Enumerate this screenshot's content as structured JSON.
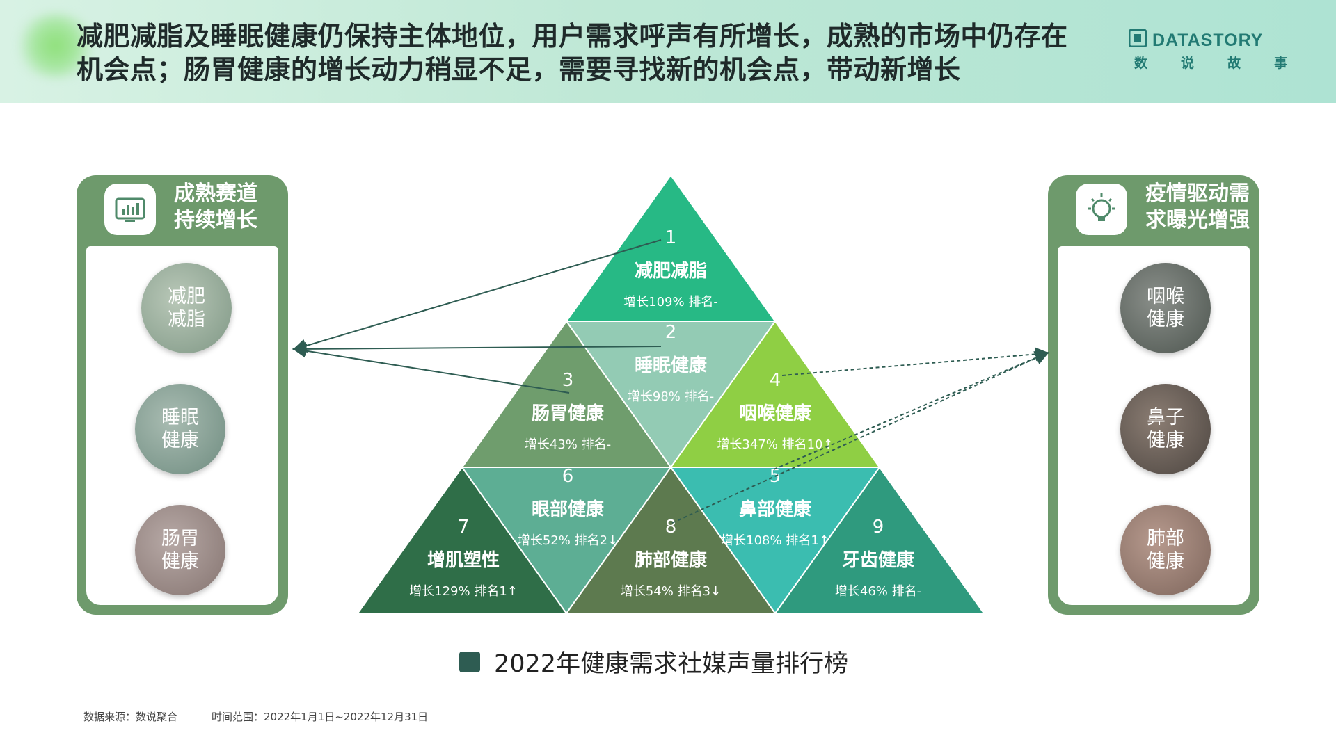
{
  "header": {
    "title": "减肥减脂及睡眠健康仍保持主体地位，用户需求呼声有所增长，成熟的市场中仍存在机会点；肠胃健康的增长动力稍显不足，需要寻找新的机会点，带动新增长",
    "logo_text": "DATASTORY",
    "logo_sub": [
      "数",
      "说",
      "故",
      "事"
    ]
  },
  "left_panel": {
    "title_line1": "成熟赛道",
    "title_line2": "持续增长",
    "icon": "chart-monitor-icon",
    "items": [
      "减肥减脂",
      "睡眠健康",
      "肠胃健康"
    ]
  },
  "right_panel": {
    "title_line1": "疫情驱动需",
    "title_line2": "求曝光增强",
    "icon": "lightbulb-icon",
    "items": [
      "咽喉健康",
      "鼻子健康",
      "肺部健康"
    ]
  },
  "pyramid": [
    {
      "rank": "1",
      "name": "减肥减脂",
      "stat": "增长109%  排名-",
      "color": "#27b985"
    },
    {
      "rank": "2",
      "name": "睡眠健康",
      "stat": "增长98%  排名-",
      "color": "#93cbb4"
    },
    {
      "rank": "3",
      "name": "肠胃健康",
      "stat": "增长43%  排名-",
      "color": "#6f9d6d"
    },
    {
      "rank": "4",
      "name": "咽喉健康",
      "stat": "增长347%  排名10↑",
      "color": "#8fcf44"
    },
    {
      "rank": "5",
      "name": "鼻部健康",
      "stat": "增长108%  排名1↑",
      "color": "#3bbdb0"
    },
    {
      "rank": "6",
      "name": "眼部健康",
      "stat": "增长52%  排名2↓",
      "color": "#5dae94"
    },
    {
      "rank": "7",
      "name": "增肌塑性",
      "stat": "增长129%  排名1↑",
      "color": "#2f6e48"
    },
    {
      "rank": "8",
      "name": "肺部健康",
      "stat": "增长54%  排名3↓",
      "color": "#5d7a4f"
    },
    {
      "rank": "9",
      "name": "牙齿健康",
      "stat": "增长46%  排名-",
      "color": "#2f9a7e"
    }
  ],
  "legend": "2022年健康需求社媒声量排行榜",
  "footer": {
    "source": "数据来源：数说聚合",
    "range": "时间范围：2022年1月1日~2022年12月31日"
  },
  "colors": {
    "panel": "#6e9a6c",
    "logo": "#227a73",
    "arrow": "#2e5c52"
  }
}
